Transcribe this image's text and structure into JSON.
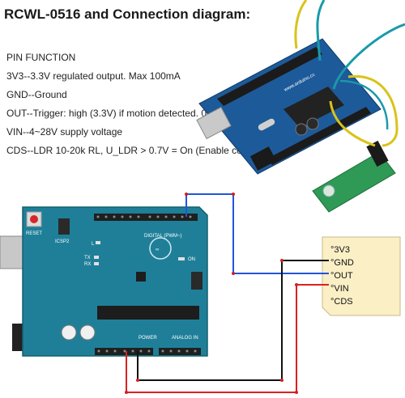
{
  "title": "RCWL-0516 and Connection diagram:",
  "spec_lines": [
    "PIN FUNCTION",
    "3V3--3.3V regulated output. Max 100mA",
    "GND--Ground",
    "OUT--Trigger: high (3.3V) if motion detected. 0V normal.",
    "VIN--4~28V supply voltage",
    "CDS--LDR 10-20k RL,  U_LDR > 0.7V = On (Enable controller)"
  ],
  "module_pins": [
    "°3V3",
    "°GND",
    "°OUT",
    "°VIN",
    "°CDS"
  ],
  "board_labels": {
    "reset": "RESET",
    "icsp": "ICSP2",
    "digital": "DIGITAL (PWM~)",
    "power": "POWER",
    "analog": "ANALOG IN",
    "on": "ON",
    "l": "L",
    "tx": "TX",
    "rx": "RX",
    "photo_brand": "www.arduino.cc"
  },
  "colors": {
    "board": "#1f7f99",
    "board_dark": "#12606f",
    "wire_blue": "#2255dd",
    "wire_black": "#111111",
    "wire_red": "#dd1f1f",
    "note": "#fbefc6",
    "sensor": "#2e9a55"
  }
}
